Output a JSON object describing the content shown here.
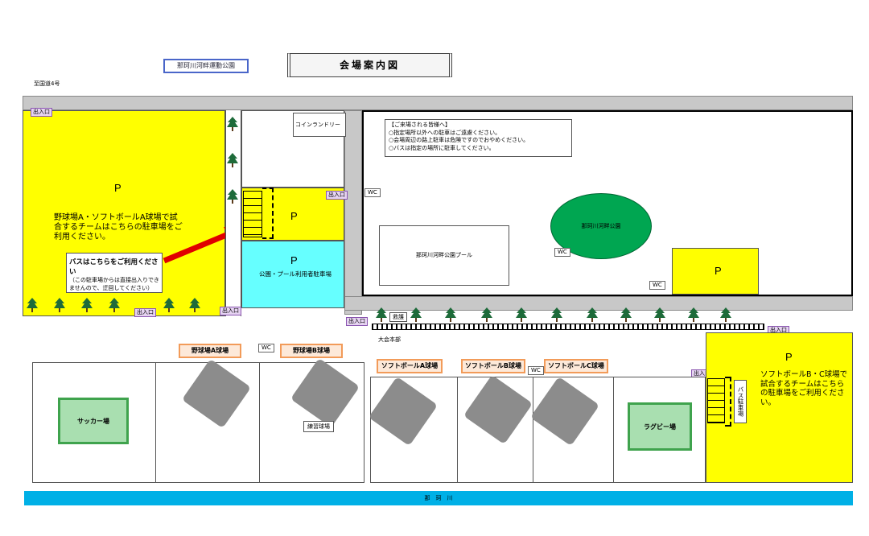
{
  "header": {
    "park_name": "那珂川河畔運動公園",
    "title": "会場案内図",
    "route_note": "至国道4号"
  },
  "labels": {
    "entrance": "出入口",
    "wc": "WC",
    "p": "P",
    "coin_laundry": "コインランドリー",
    "first_aid": "救護",
    "hq": "大会本部",
    "practice_field": "練習球場",
    "bus_parking": "バス駐車場",
    "river": "那　珂　川"
  },
  "parking_left": {
    "text": "野球場A・ソフトボールA球場で試合するチームはこちらの駐車場をご利用ください。"
  },
  "bus_notice": {
    "title": "バスはこちらをご利用ください",
    "body": "（この駐車場からは直接出入りできませんので、迂回してください）"
  },
  "park_parking": {
    "text": "公園・プール利用者駐車場"
  },
  "right_parking": {
    "text": "ソフトボールB・C球場で試合するチームはこちらの駐車場をご利用ください。"
  },
  "notice": {
    "heading": "【ご来場される皆様へ】",
    "lines": [
      "○指定場所以外への駐車はご遠慮ください。",
      "○会場周辺の路上駐車は危険ですのでおやめください。",
      "○バスは指定の場所に駐車してください。"
    ]
  },
  "park": {
    "pool": "那珂川河畔公園プール",
    "green": "那珂川河畔公園"
  },
  "fields": {
    "baseball_a": "野球場A球場",
    "baseball_b": "野球場B球場",
    "softball_a": "ソフトボールA球場",
    "softball_b": "ソフトボールB球場",
    "softball_c": "ソフトボールC球場",
    "soccer": "サッカー場",
    "rugby": "ラグビー場"
  },
  "colors": {
    "parking": "#ffff00",
    "park_parking": "#66ffff",
    "green_area": "#00a651",
    "river": "#00b0e6",
    "arrow": "#e00000"
  }
}
